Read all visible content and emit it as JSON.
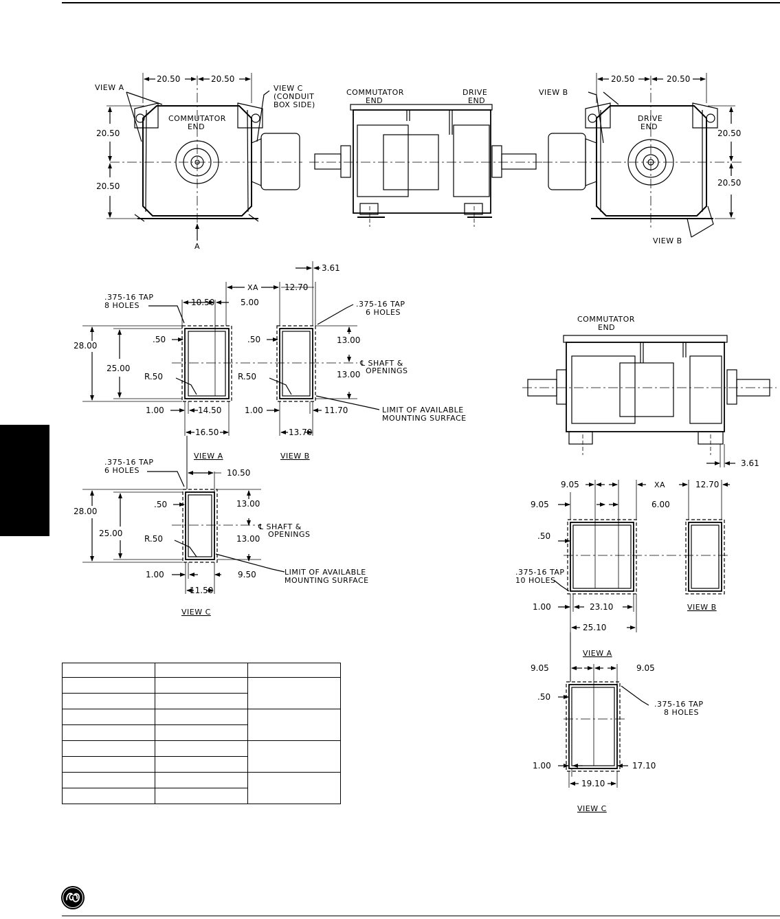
{
  "labels": {
    "view_a": "VIEW A",
    "view_b": "VIEW B",
    "view_c": "VIEW C",
    "view_c_conduit_1": "VIEW C",
    "view_c_conduit_2": "(CONDUIT",
    "view_c_conduit_3": "BOX SIDE)",
    "commutator_end_1": "COMMUTATOR",
    "commutator_end_2": "END",
    "drive_end_1": "DRIVE",
    "drive_end_2": "END",
    "section_a": "A",
    "tap_8_1": ".375-16 TAP",
    "tap_8_2": "8 HOLES",
    "tap_6_1": ".375-16 TAP",
    "tap_6_2": "6 HOLES",
    "tap_10_1": ".375-16 TAP",
    "tap_10_2": "10 HOLES",
    "shaft_1": "℄ SHAFT &",
    "shaft_2": "OPENINGS",
    "limit_1": "LIMIT OF AVAILABLE",
    "limit_2": "MOUNTING SURFACE",
    "radius": "R.50",
    "xa": "XA"
  },
  "dims": {
    "d2050": "20.50",
    "d361": "3.61",
    "d1270": "12.70",
    "d1050": "10.50",
    "d500": "5.00",
    "d2800": "28.00",
    "d2500": "25.00",
    "d050": ".50",
    "d1300": "13.00",
    "d100": "1.00",
    "d1450": "14.50",
    "d1170": "11.70",
    "d1650": "16.50",
    "d1370": "13.70",
    "d950": "9.50",
    "d1150": "11.50",
    "d905": "9.05",
    "d600": "6.00",
    "d2310": "23.10",
    "d2510": "25.10",
    "d1710": "17.10",
    "d1910": "19.10"
  },
  "colors": {
    "ink": "#000000",
    "paper": "#ffffff"
  },
  "icons": {
    "logo": "ge-monogram-icon",
    "tab": "section-tab"
  }
}
